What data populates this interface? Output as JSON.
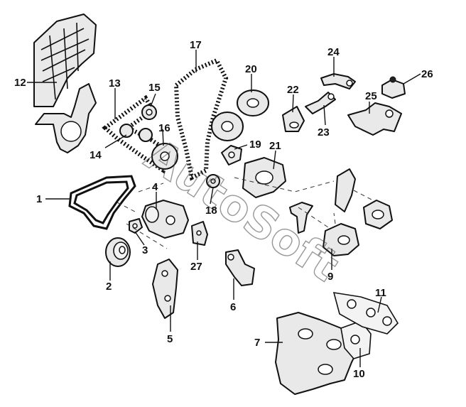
{
  "watermark": {
    "text": "AutoSoft"
  },
  "callouts": [
    {
      "id": "1",
      "label": "1"
    },
    {
      "id": "2",
      "label": "2"
    },
    {
      "id": "3",
      "label": "3"
    },
    {
      "id": "4",
      "label": "4"
    },
    {
      "id": "5",
      "label": "5"
    },
    {
      "id": "6",
      "label": "6"
    },
    {
      "id": "7",
      "label": "7"
    },
    {
      "id": "9",
      "label": "9"
    },
    {
      "id": "10",
      "label": "10"
    },
    {
      "id": "11",
      "label": "11"
    },
    {
      "id": "12",
      "label": "12"
    },
    {
      "id": "13",
      "label": "13"
    },
    {
      "id": "14",
      "label": "14"
    },
    {
      "id": "15",
      "label": "15"
    },
    {
      "id": "16",
      "label": "16"
    },
    {
      "id": "17",
      "label": "17"
    },
    {
      "id": "18",
      "label": "18"
    },
    {
      "id": "19",
      "label": "19"
    },
    {
      "id": "20",
      "label": "20"
    },
    {
      "id": "21",
      "label": "21"
    },
    {
      "id": "22",
      "label": "22"
    },
    {
      "id": "23",
      "label": "23"
    },
    {
      "id": "24",
      "label": "24"
    },
    {
      "id": "25",
      "label": "25"
    },
    {
      "id": "26",
      "label": "26"
    },
    {
      "id": "27",
      "label": "27"
    }
  ]
}
